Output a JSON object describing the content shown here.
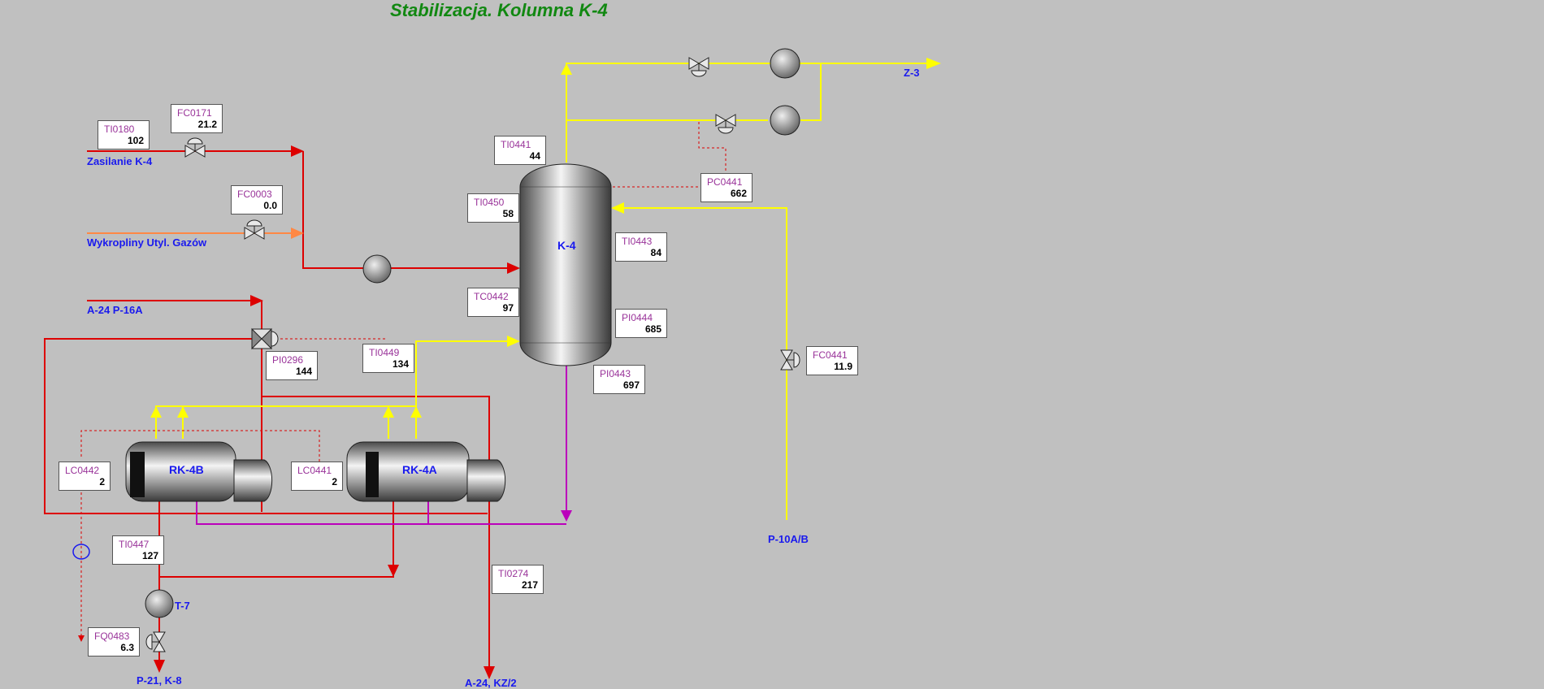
{
  "title": "Stabilizacja. Kolumna K-4",
  "colors": {
    "background": "#c0c0c0",
    "title": "#118811",
    "hot_line": "#dd0000",
    "vapor_line": "#ffff00",
    "bottoms_line": "#bb00bb",
    "feed_gas_line": "#ff8844",
    "label": "#1a1aee",
    "tag_name": "#993399"
  },
  "vessels": {
    "column": "K-4",
    "reboiler_a": "RK-4A",
    "reboiler_b": "RK-4B",
    "pump": "T-7"
  },
  "streams": {
    "feed": "Zasilanie K-4",
    "gas_condensate": "Wykropliny Utyl. Gazów",
    "a24_p16a": "A-24 P-16A",
    "overhead": "Z-3",
    "reflux_pumps": "P-10A/B",
    "bottom_left": "P-21, K-8",
    "bottom_right": "A-24, KZ/2"
  },
  "tags": {
    "ti0180": {
      "name": "TI0180",
      "value": "102"
    },
    "fc0171": {
      "name": "FC0171",
      "value": "21.2"
    },
    "fc0003": {
      "name": "FC0003",
      "value": "0.0"
    },
    "ti0441": {
      "name": "TI0441",
      "value": "44"
    },
    "ti0450": {
      "name": "TI0450",
      "value": "58"
    },
    "tc0442": {
      "name": "TC0442",
      "value": "97"
    },
    "ti0443": {
      "name": "TI0443",
      "value": "84"
    },
    "pi0444": {
      "name": "PI0444",
      "value": "685"
    },
    "pi0443": {
      "name": "PI0443",
      "value": "697"
    },
    "pc0441": {
      "name": "PC0441",
      "value": "662"
    },
    "fc0441": {
      "name": "FC0441",
      "value": "11.9"
    },
    "ti0449": {
      "name": "TI0449",
      "value": "134"
    },
    "pi0296": {
      "name": "PI0296",
      "value": "144"
    },
    "lc0442": {
      "name": "LC0442",
      "value": "2"
    },
    "lc0441": {
      "name": "LC0441",
      "value": "2"
    },
    "ti0447": {
      "name": "TI0447",
      "value": "127"
    },
    "ti0274": {
      "name": "TI0274",
      "value": "217"
    },
    "fq0483": {
      "name": "FQ0483",
      "value": "6.3"
    }
  }
}
